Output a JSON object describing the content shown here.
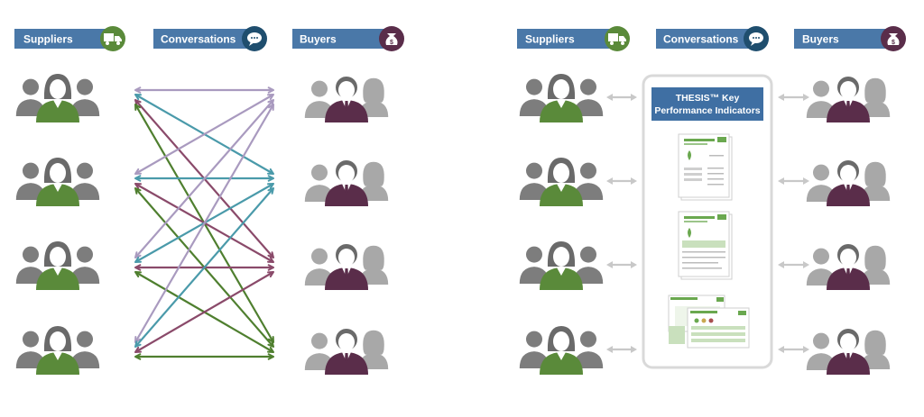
{
  "colors": {
    "header_blue": "#4a78a8",
    "supplier_green": "#5a8a3a",
    "conversation_navy": "#1f4e6e",
    "buyer_purple": "#5a2d4a",
    "person_gray": "#7d7d7d",
    "person_gray_light": "#a8a8a8",
    "doc_green": "#6aa84f",
    "line_purple": "#a99abf",
    "line_teal": "#4a9aaa",
    "line_maroon": "#8a4a6a",
    "line_green": "#4f7f2f",
    "connector_gray": "#c8c8c8",
    "panel_border": "#d9d9d9"
  },
  "left_panel": {
    "suppliers_label": "Suppliers",
    "conversations_label": "Conversations",
    "buyers_label": "Buyers",
    "suppliers_icon": "delivery-truck-icon",
    "conversations_icon": "speech-bubble-icon",
    "buyers_icon": "money-bag-icon"
  },
  "right_panel": {
    "suppliers_label": "Suppliers",
    "conversations_label": "Conversations",
    "buyers_label": "Buyers",
    "suppliers_icon": "delivery-truck-icon",
    "conversations_icon": "speech-bubble-icon",
    "buyers_icon": "money-bag-icon",
    "thesis_title_line1": "THESIS™ Key",
    "thesis_title_line2": "Performance Indicators"
  },
  "connections": [
    {
      "from": 0,
      "to": 0,
      "color": "line_purple"
    },
    {
      "from": 0,
      "to": 1,
      "color": "line_teal"
    },
    {
      "from": 0,
      "to": 2,
      "color": "line_maroon"
    },
    {
      "from": 0,
      "to": 3,
      "color": "line_green"
    },
    {
      "from": 1,
      "to": 0,
      "color": "line_purple"
    },
    {
      "from": 1,
      "to": 1,
      "color": "line_teal"
    },
    {
      "from": 1,
      "to": 2,
      "color": "line_maroon"
    },
    {
      "from": 1,
      "to": 3,
      "color": "line_green"
    },
    {
      "from": 2,
      "to": 0,
      "color": "line_purple"
    },
    {
      "from": 2,
      "to": 1,
      "color": "line_teal"
    },
    {
      "from": 2,
      "to": 2,
      "color": "line_maroon"
    },
    {
      "from": 2,
      "to": 3,
      "color": "line_green"
    },
    {
      "from": 3,
      "to": 0,
      "color": "line_purple"
    },
    {
      "from": 3,
      "to": 1,
      "color": "line_teal"
    },
    {
      "from": 3,
      "to": 2,
      "color": "line_maroon"
    },
    {
      "from": 3,
      "to": 3,
      "color": "line_green"
    }
  ],
  "people_per_column": 4
}
